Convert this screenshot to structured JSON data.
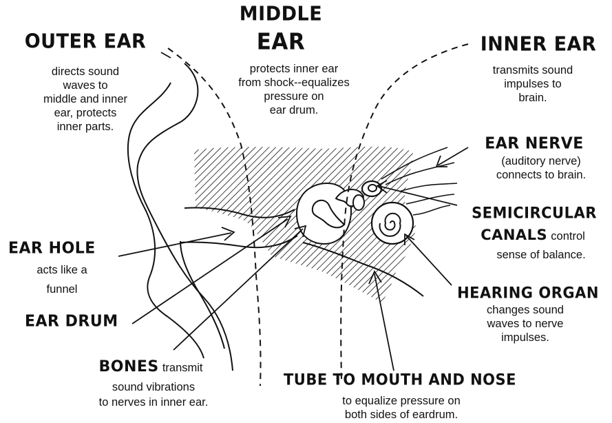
{
  "colors": {
    "ink": "#111111",
    "background": "#ffffff"
  },
  "outer_ear": {
    "title": "OUTER EAR",
    "desc": [
      "directs sound",
      "waves to",
      "middle and inner",
      "ear, protects",
      "inner parts."
    ]
  },
  "middle_ear": {
    "title_line1": "MIDDLE",
    "title_line2": "EAR",
    "desc": [
      "protects inner ear",
      "from shock--equalizes",
      "pressure on",
      "ear drum."
    ]
  },
  "inner_ear": {
    "title": "INNER EAR",
    "desc": [
      "transmits sound",
      "impulses to",
      "brain."
    ]
  },
  "ear_nerve": {
    "title": "EAR NERVE",
    "desc": [
      "(auditory nerve)",
      "connects to brain."
    ]
  },
  "semicircular": {
    "title_line1": "SEMICIRCULAR",
    "title_line2": "CANALS",
    "desc_inline": "control",
    "desc_line2": "sense of balance."
  },
  "ear_hole": {
    "title": "EAR HOLE",
    "desc": [
      "acts like a",
      "funnel"
    ]
  },
  "hearing_organ": {
    "title": "HEARING ORGAN",
    "desc": [
      "changes sound",
      "waves to nerve",
      "impulses."
    ]
  },
  "ear_drum": {
    "title": "EAR DRUM"
  },
  "bones": {
    "title": "BONES",
    "desc_inline": "transmit",
    "desc_line2": "sound vibrations",
    "desc_line3": "to nerves in inner ear."
  },
  "tube": {
    "title": "TUBE TO MOUTH AND NOSE",
    "desc": [
      "to equalize pressure on",
      "both sides of eardrum."
    ]
  }
}
